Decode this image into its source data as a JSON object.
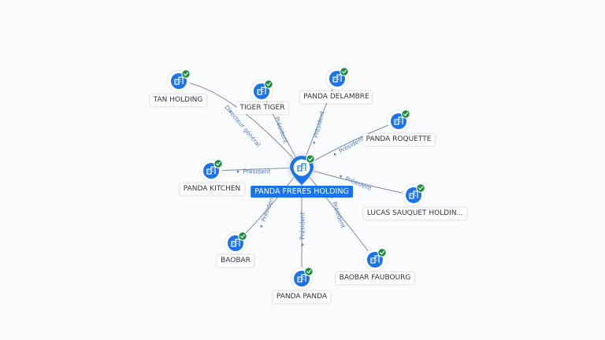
{
  "center": {
    "label": "PANDA FRERES HOLDING",
    "color": "#1a73e8"
  },
  "nodes": [
    {
      "id": "tan-holding",
      "label": "TAN HOLDING",
      "edge_label": "Directeur général"
    },
    {
      "id": "tiger-tiger",
      "label": "TIGER TIGER",
      "edge_label": "Président"
    },
    {
      "id": "panda-delambre",
      "label": "PANDA DELAMBRE",
      "edge_label": "Président"
    },
    {
      "id": "panda-roquette",
      "label": "PANDA ROQUETTE",
      "edge_label": "Président"
    },
    {
      "id": "panda-kitchen",
      "label": "PANDA KITCHEN",
      "edge_label": "Président"
    },
    {
      "id": "lucas-sauquet",
      "label": "LUCAS SAUQUET HOLDIN...",
      "edge_label": "Président"
    },
    {
      "id": "baobar",
      "label": "BAOBAR",
      "edge_label": "Président"
    },
    {
      "id": "panda-panda",
      "label": "PANDA PANDA",
      "edge_label": "Président"
    },
    {
      "id": "baobar-faubourg",
      "label": "BAOBAR FAUBOURG",
      "edge_label": "Président"
    }
  ],
  "colors": {
    "node_fill": "#1a73e8",
    "check_badge": "#1e8e3e",
    "edge": "#7f8a99",
    "edge_label": "#4d7bc6"
  },
  "icons": {
    "node": "building-icon",
    "badge": "check-badge-icon"
  }
}
